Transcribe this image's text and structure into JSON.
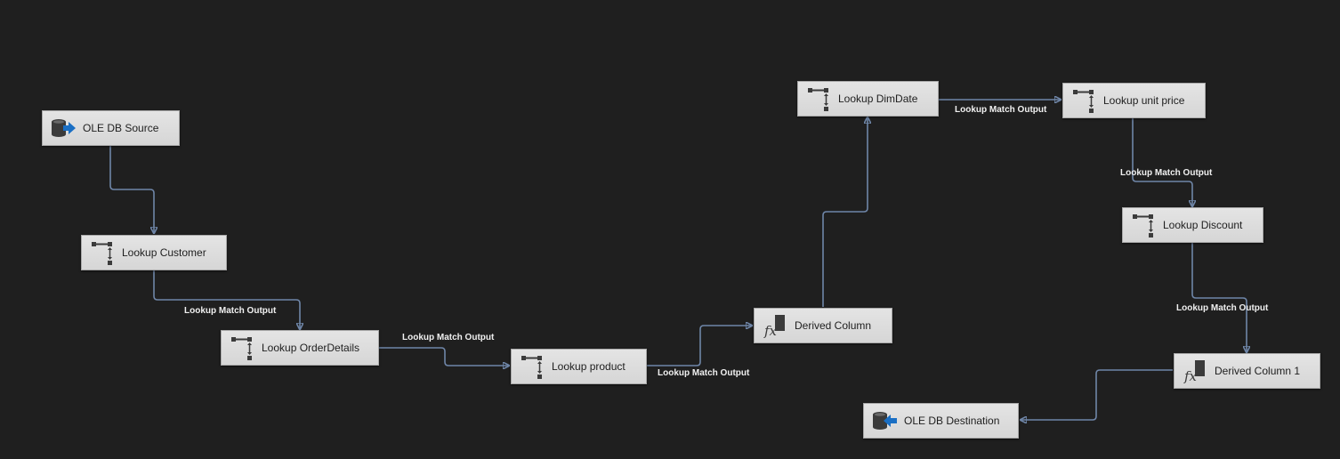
{
  "nodes": {
    "ole_db_source": {
      "label": "OLE DB Source",
      "icon": "database-source-icon"
    },
    "lookup_customer": {
      "label": "Lookup Customer",
      "icon": "lookup-icon"
    },
    "lookup_orderdetails": {
      "label": "Lookup OrderDetails",
      "icon": "lookup-icon"
    },
    "lookup_product": {
      "label": "Lookup product",
      "icon": "lookup-icon"
    },
    "derived_column": {
      "label": "Derived Column",
      "icon": "derived-column-icon"
    },
    "lookup_dimdate": {
      "label": "Lookup DimDate",
      "icon": "lookup-icon"
    },
    "lookup_unit_price": {
      "label": "Lookup unit price",
      "icon": "lookup-icon"
    },
    "lookup_discount": {
      "label": "Lookup Discount",
      "icon": "lookup-icon"
    },
    "derived_column_1": {
      "label": "Derived Column 1",
      "icon": "derived-column-icon"
    },
    "ole_db_destination": {
      "label": "OLE DB Destination",
      "icon": "database-destination-icon"
    }
  },
  "edge_labels": {
    "customer_to_orderdetails": "Lookup Match Output",
    "orderdetails_to_product": "Lookup Match Output",
    "product_to_derived": "Lookup Match Output",
    "dimdate_to_unitprice": "Lookup Match Output",
    "unitprice_to_discount": "Lookup Match Output",
    "discount_to_derived1": "Lookup Match Output"
  },
  "colors": {
    "background": "#1f1f1f",
    "connector": "#6f86a8",
    "node_fill": "#dcdcdc",
    "edge_label_text": "#f0f0f0"
  }
}
